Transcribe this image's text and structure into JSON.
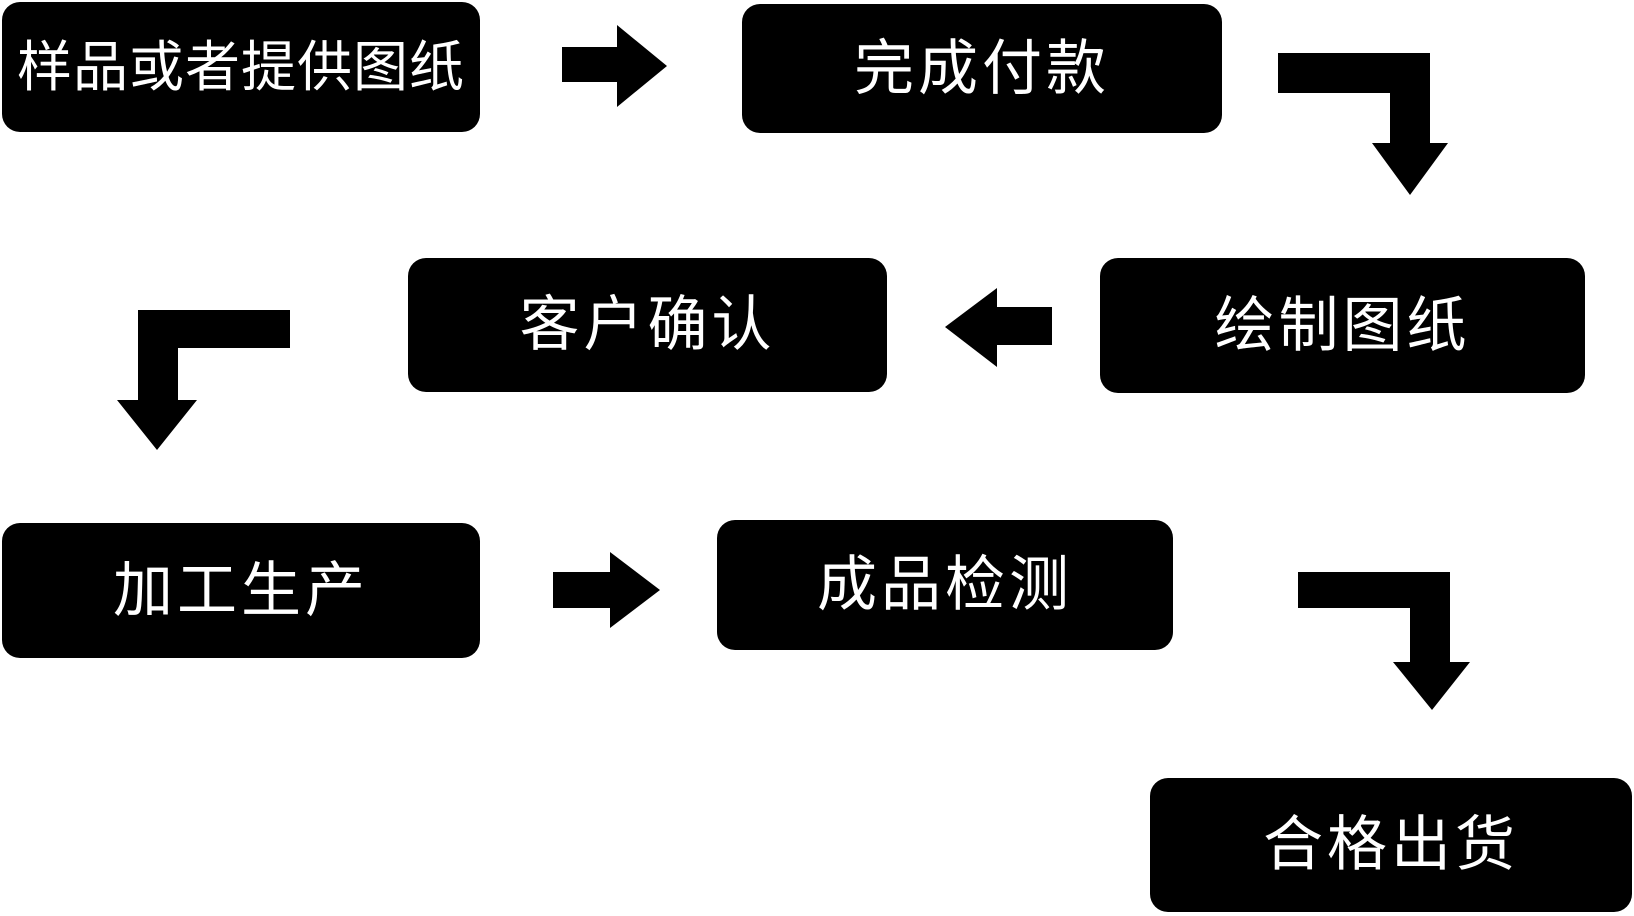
{
  "flowchart": {
    "colors": {
      "background": "#ffffff",
      "node_fill": "#000000",
      "node_text": "#ffffff",
      "arrow_fill": "#000000"
    },
    "nodes": [
      {
        "id": "sample",
        "label": "样品或者提供图纸"
      },
      {
        "id": "payment",
        "label": "完成付款"
      },
      {
        "id": "confirm",
        "label": "客户确认"
      },
      {
        "id": "drawing",
        "label": "绘制图纸"
      },
      {
        "id": "production",
        "label": "加工生产"
      },
      {
        "id": "inspection",
        "label": "成品检测"
      },
      {
        "id": "shipment",
        "label": "合格出货"
      }
    ],
    "connections": [
      {
        "from": "样品或者提供图纸",
        "to": "完成付款",
        "shape": "right-arrow"
      },
      {
        "from": "完成付款",
        "to": "绘制图纸",
        "shape": "elbow-right-down-arrow"
      },
      {
        "from": "绘制图纸",
        "to": "客户确认",
        "shape": "left-arrow"
      },
      {
        "from": "客户确认",
        "to": "加工生产",
        "shape": "elbow-left-down-arrow"
      },
      {
        "from": "加工生产",
        "to": "成品检测",
        "shape": "right-arrow"
      },
      {
        "from": "成品检测",
        "to": "合格出货",
        "shape": "elbow-right-down-arrow"
      }
    ]
  }
}
